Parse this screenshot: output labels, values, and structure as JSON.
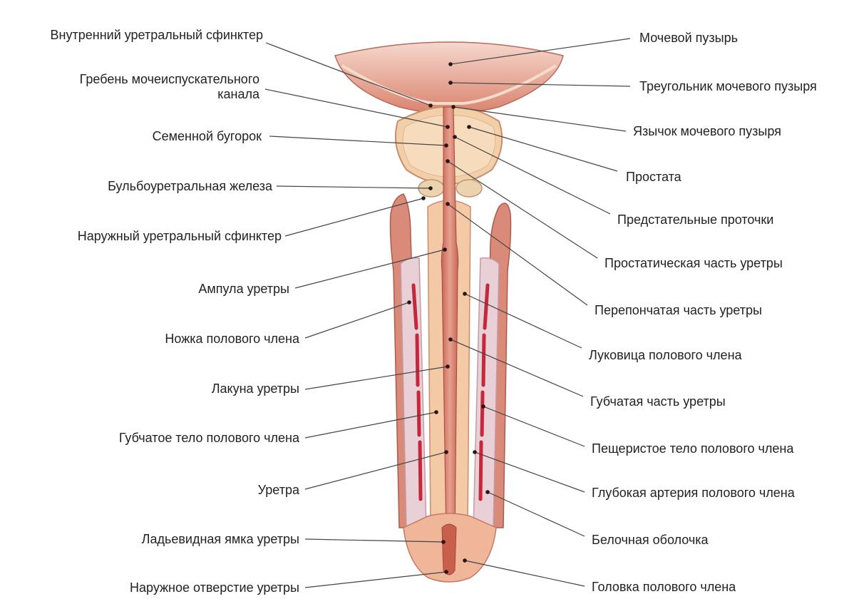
{
  "diagram": {
    "left_labels": [
      {
        "id": "internal-urethral-sphincter",
        "text": "Внутренний уретральный сфинктер"
      },
      {
        "id": "urethral-crest",
        "text": "Гребень мочеиспускательного\nканала"
      },
      {
        "id": "seminal-colliculus",
        "text": "Семенной бугорок"
      },
      {
        "id": "bulbourethral-gland",
        "text": "Бульбоуретральная железа"
      },
      {
        "id": "external-urethral-sphincter",
        "text": "Наружный уретральный сфинктер"
      },
      {
        "id": "urethral-ampulla",
        "text": "Ампула уретры"
      },
      {
        "id": "crus-of-penis",
        "text": "Ножка полового члена"
      },
      {
        "id": "urethral-lacuna",
        "text": "Лакуна уретры"
      },
      {
        "id": "corpus-spongiosum",
        "text": "Губчатое тело полового члена"
      },
      {
        "id": "urethra",
        "text": "Уретра"
      },
      {
        "id": "navicular-fossa",
        "text": "Ладьевидная ямка уретры"
      },
      {
        "id": "external-urethral-orifice",
        "text": "Наружное отверстие уретры"
      }
    ],
    "right_labels": [
      {
        "id": "urinary-bladder",
        "text": "Мочевой пузырь"
      },
      {
        "id": "bladder-trigone",
        "text": "Треугольник мочевого пузыря"
      },
      {
        "id": "uvula-of-bladder",
        "text": "Язычок мочевого пузыря"
      },
      {
        "id": "prostate",
        "text": "Простата"
      },
      {
        "id": "prostatic-ductules",
        "text": "Предстательные проточки"
      },
      {
        "id": "prostatic-urethra",
        "text": "Простатическая часть уретры"
      },
      {
        "id": "membranous-urethra",
        "text": "Перепончатая часть уретры"
      },
      {
        "id": "bulb-of-penis",
        "text": "Луковица полового члена"
      },
      {
        "id": "spongy-urethra",
        "text": "Губчатая часть уретры"
      },
      {
        "id": "corpus-cavernosum",
        "text": "Пещеристое тело полового члена"
      },
      {
        "id": "deep-artery",
        "text": "Глубокая артерия полового члена"
      },
      {
        "id": "tunica-albuginea",
        "text": "Белочная оболочка"
      },
      {
        "id": "glans-penis",
        "text": "Головка полового члена"
      }
    ]
  },
  "colors": {
    "text": "#222222",
    "leader": "#444444",
    "tissue": "#d98a78",
    "tissue_dark": "#b85a4c",
    "prostate": "#f1cfa8",
    "spongy": "#f3c9a6",
    "cavernous": "#e9cfd6",
    "artery": "#c4283a",
    "urethra": "#c9604e",
    "bladder": "#e39a86"
  }
}
